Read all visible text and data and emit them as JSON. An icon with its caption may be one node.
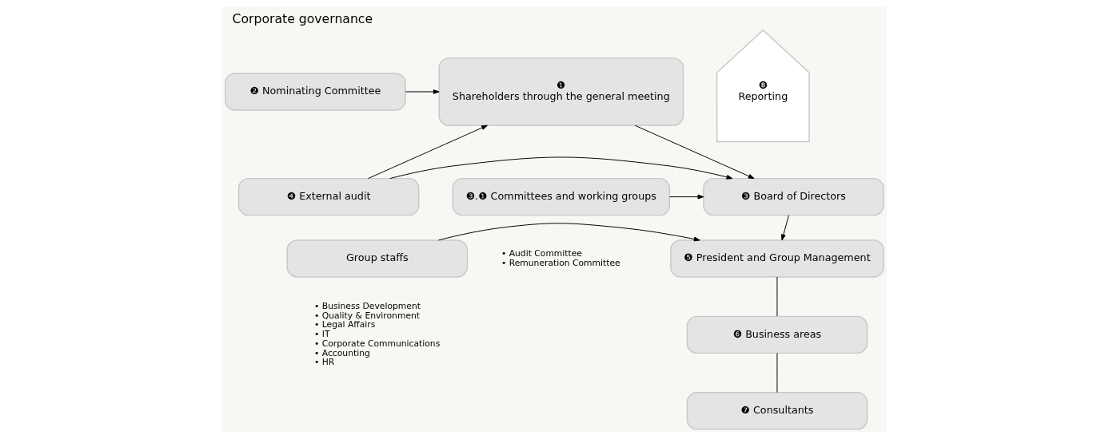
{
  "diagram": {
    "title": "Corporate governance",
    "nodes": [
      {
        "text": [
          "❶",
          "Shareholders through the general meeting"
        ]
      },
      {
        "text": [
          "❷ Nominating Committee"
        ]
      },
      {
        "text": [
          "❹ External audit"
        ]
      },
      {
        "text": [
          "❸ Board of Directors"
        ]
      },
      {
        "text": [
          "❸.❶ Committees and working groups"
        ],
        "beside": [
          "• Audit Committee",
          "• Remuneration Committee"
        ]
      },
      {
        "text": [
          "Group staffs"
        ],
        "beside": [
          "• Business Development",
          "• Quality & Environment",
          "• Legal Affairs",
          "• IT",
          "• Corporate Communications",
          "• Accounting",
          "• HR"
        ]
      },
      {
        "text": [
          "❺ President and Group Management"
        ]
      },
      {
        "text": [
          "❻ Business areas"
        ]
      },
      {
        "text": [
          "❼ Consultants"
        ]
      },
      {
        "text": [
          "❽",
          "Reporting"
        ]
      }
    ],
    "edges": [
      {
        "from": 1,
        "to": 0,
        "arrow": "to"
      },
      {
        "from": 2,
        "to": 0,
        "arrow": "to"
      },
      {
        "from": 0,
        "to": 3,
        "arrow": "to"
      },
      {
        "from": 2,
        "to": 3,
        "arrow": "to"
      },
      {
        "from": 4,
        "to": 3,
        "arrow": "to"
      },
      {
        "from": 3,
        "to": 6,
        "arrow": "to"
      },
      {
        "from": 5,
        "to": 6,
        "arrow": "to"
      },
      {
        "from": 6,
        "to": 7,
        "arrow": "none"
      },
      {
        "from": 7,
        "to": 8,
        "arrow": "none"
      }
    ]
  }
}
